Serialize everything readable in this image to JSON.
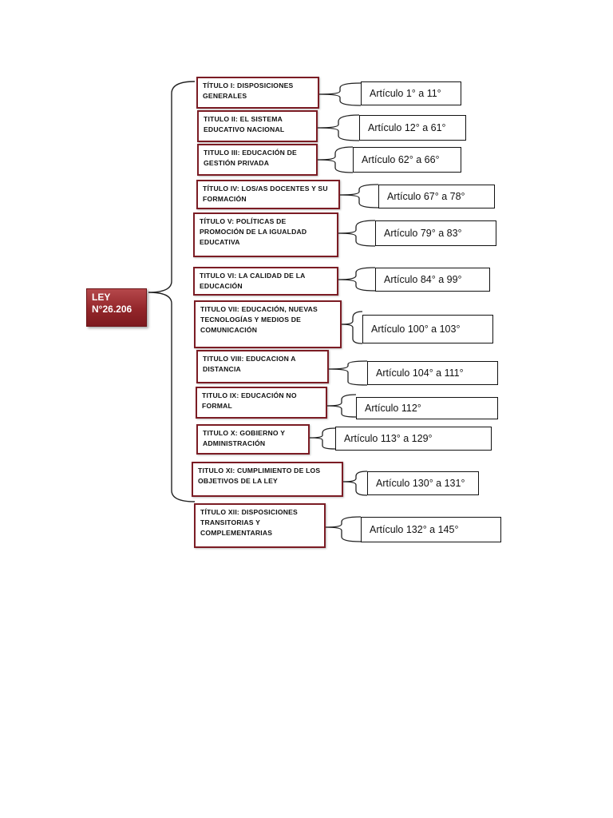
{
  "root": {
    "line1": "LEY",
    "line2": "N°26.206"
  },
  "titles": [
    "TÍTULO I: DISPOSICIONES GENERALES",
    "TITULO II: EL SISTEMA EDUCATIVO NACIONAL",
    "TITULO III: EDUCACIÓN DE GESTIÓN PRIVADA",
    "TÍTULO IV: LOS/AS DOCENTES Y SU FORMACIÓN",
    "TÍTULO V: POLÍTICAS DE PROMOCIÓN DE LA IGUALDAD EDUCATIVA",
    "TITULO VI: LA CALIDAD DE LA EDUCACIÓN",
    "TITULO VII: EDUCACIÓN, NUEVAS TECNOLOGÍAS Y MEDIOS DE COMUNICACIÓN",
    "TITULO VIII: EDUCACION A DISTANCIA",
    "TITULO IX: EDUCACIÓN NO FORMAL",
    "TITULO X: GOBIERNO Y ADMINISTRACIÓN",
    "TITULO XI: CUMPLIMIENTO DE LOS OBJETIVOS DE LA LEY",
    "TÍTULO XII: DISPOSICIONES TRANSITORIAS Y COMPLEMENTARIAS"
  ],
  "articles": [
    "Artículo 1° a 11°",
    "Artículo 12° a 61°",
    "Artículo 62° a 66°",
    "Artículo 67° a 78°",
    "Artículo 79° a 83°",
    "Artículo 84° a 99°",
    "Artículo 100° a 103°",
    "Artículo 104° a 111°",
    "Artículo 112°",
    "Artículo 113° a 129°",
    "Artículo 130° a 131°",
    "Artículo 132° a 145°"
  ]
}
